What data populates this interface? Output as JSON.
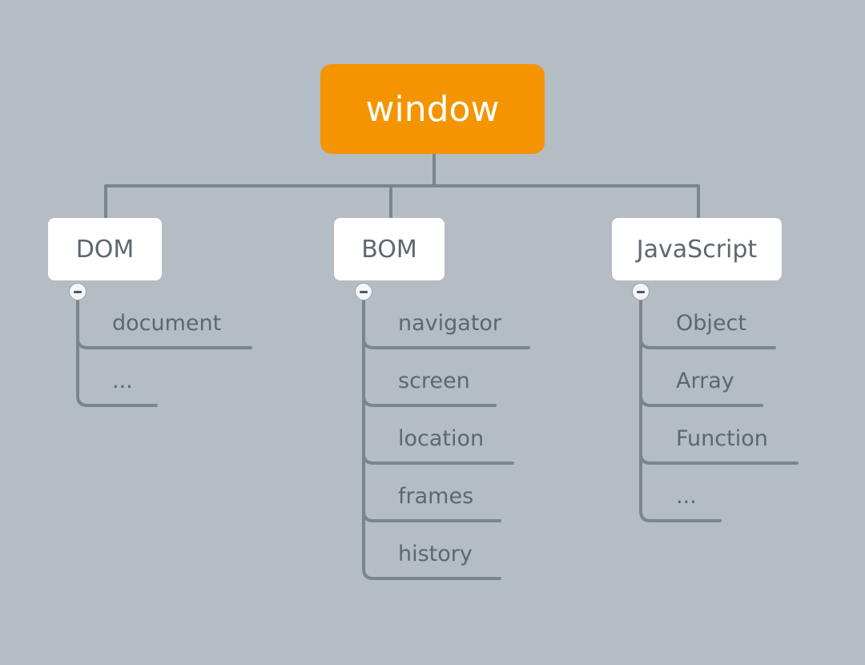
{
  "root": {
    "label": "window",
    "color": "#f39400"
  },
  "branches": [
    {
      "label": "DOM",
      "children": [
        "document",
        "..."
      ]
    },
    {
      "label": "BOM",
      "children": [
        "navigator",
        "screen",
        "location",
        "frames",
        "history"
      ]
    },
    {
      "label": "JavaScript",
      "children": [
        "Object",
        "Array",
        "Function",
        "..."
      ]
    }
  ],
  "colors": {
    "background": "#b4bcc4",
    "connector": "#7b858d",
    "text": "#5c6870"
  },
  "icons": {
    "collapse": "minus-collapse-icon"
  }
}
